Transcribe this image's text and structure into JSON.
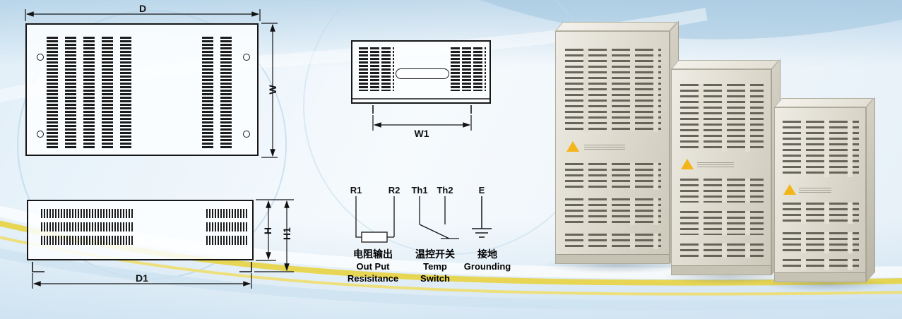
{
  "page": {
    "background_top": "#a9cbe3",
    "background_light": "#f4fafd",
    "swoosh_yellow": "#e7d44a",
    "swoosh_white": "#ffffff",
    "line_color": "#161616"
  },
  "dimension_drawings": {
    "top_view": {
      "width_label": "D",
      "depth_label": "W"
    },
    "bottom_view": {
      "width_label": "W1"
    },
    "front_view": {
      "body_height_label": "H",
      "total_height_label": "H1",
      "width_label": "D1"
    }
  },
  "wiring_diagram": {
    "resistor_output": {
      "terminal_left": "R1",
      "terminal_right": "R2",
      "label_cn": "电阻输出",
      "label_en_line1": "Out Put",
      "label_en_line2": "Resisitance"
    },
    "temp_switch": {
      "terminal_left": "Th1",
      "terminal_right": "Th2",
      "label_cn": "温控开关",
      "label_en_line1": "Temp",
      "label_en_line2": "Switch"
    },
    "grounding": {
      "terminal": "E",
      "label_cn": "接地",
      "label_en_line1": "Grounding"
    }
  },
  "icons": {
    "warning": "warning-triangle",
    "resistor": "resistor-box-symbol",
    "switch": "thermal-switch-symbol",
    "ground": "ground-symbol"
  },
  "product_photo": {
    "units": [
      {
        "size": "large"
      },
      {
        "size": "medium"
      },
      {
        "size": "small"
      }
    ],
    "cabinet_color": "#e3e0d5",
    "warning_sticker_color": "#f3b517"
  }
}
